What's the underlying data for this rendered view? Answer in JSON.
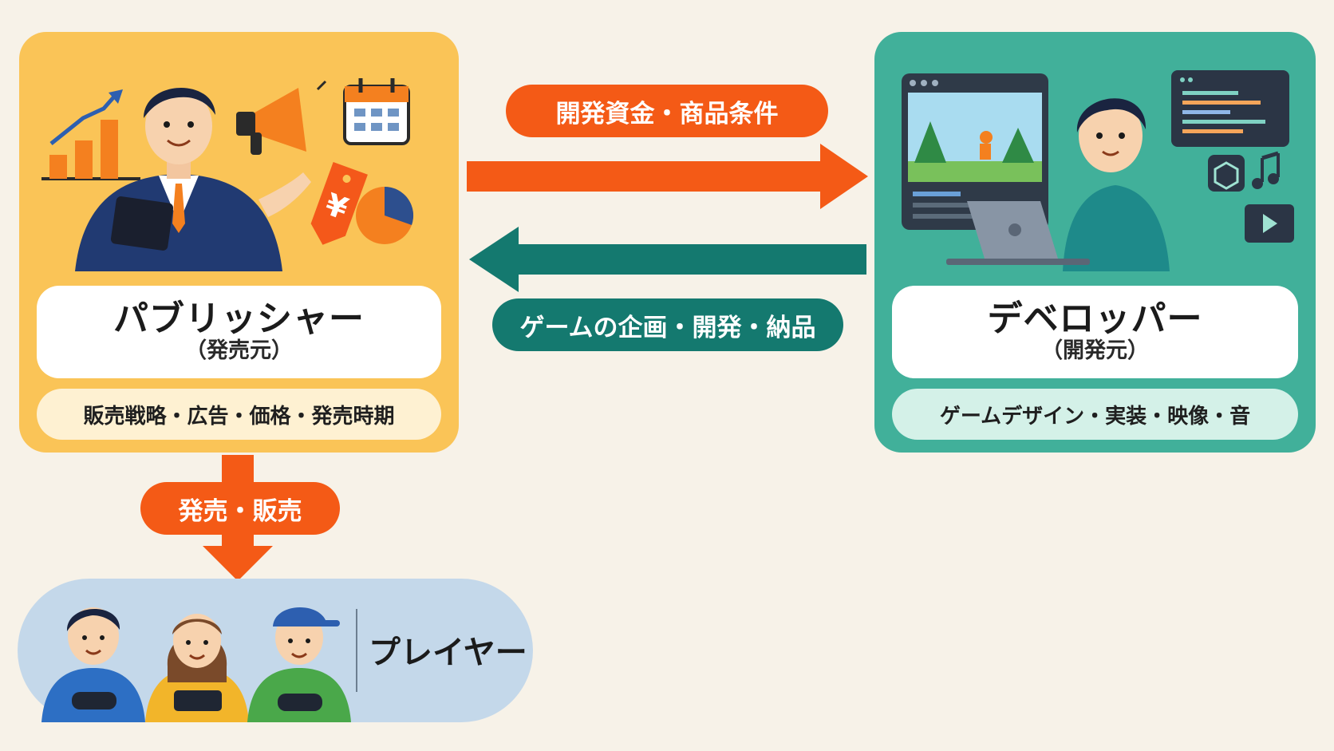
{
  "publisher": {
    "title": "パブリッシャー",
    "subtitle": "（発売元）",
    "roles": "販売戦略・広告・価格・発売時期",
    "price_tag_symbol": "¥"
  },
  "developer": {
    "title": "デベロッパー",
    "subtitle": "（開発元）",
    "roles": "ゲームデザイン・実装・映像・音"
  },
  "flows": {
    "publisher_to_developer": "開発資金・商品条件",
    "developer_to_publisher": "ゲームの企画・開発・納品",
    "publisher_to_player": "発売・販売"
  },
  "player": {
    "label": "プレイヤー"
  },
  "icons": [
    "chart-icon",
    "megaphone-icon",
    "calendar-icon",
    "price-tag-icon",
    "pie-chart-icon",
    "code-window-icon",
    "cube-icon",
    "music-note-icon",
    "video-icon",
    "laptop-icon",
    "game-screen-icon"
  ],
  "colors": {
    "publisher_bg": "#fac457",
    "developer_bg": "#41b09a",
    "orange_arrow": "#f45a16",
    "teal_arrow": "#14796f",
    "player_bg": "#c4d8ea"
  }
}
